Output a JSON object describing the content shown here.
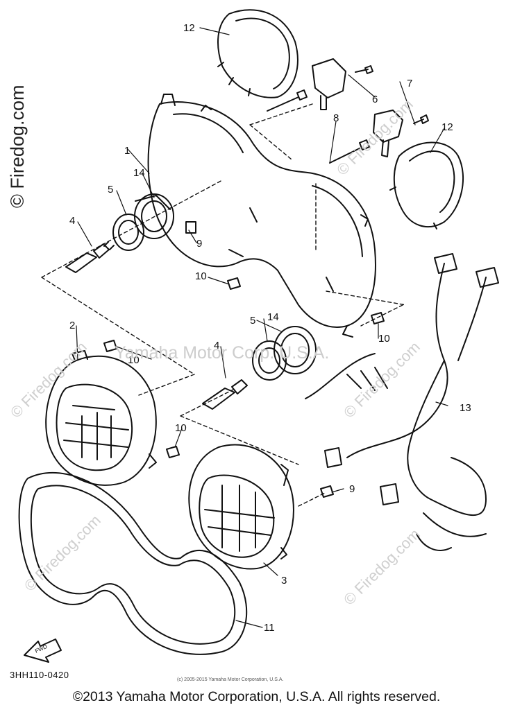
{
  "watermarks": {
    "side": "© Firedog.com",
    "center": "Yamaha Motor Corp. U.S.A.",
    "tile": "© Firedog.com"
  },
  "callouts": [
    "1",
    "2",
    "3",
    "4",
    "4",
    "5",
    "5",
    "6",
    "7",
    "8",
    "9",
    "9",
    "10",
    "10",
    "10",
    "10",
    "11",
    "12",
    "12",
    "13",
    "14",
    "14"
  ],
  "fwd_label": "FWD",
  "part_code": "3HH110-0420",
  "small_copyright": "(c) 2005-2015 Yamaha Motor Corporation, U.S.A.",
  "footer": "©2013 Yamaha Motor Corporation, U.S.A. All rights reserved."
}
